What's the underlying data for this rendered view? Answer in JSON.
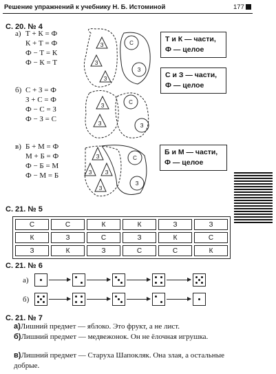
{
  "header": {
    "title": "Решение упражнений к учебнику Н. Б. Истоминой",
    "page": "177"
  },
  "ex4": {
    "heading": "С. 20. № 4",
    "groups": [
      {
        "marker": "а)",
        "lines": [
          "Т + К = Ф",
          "К + Т = Ф",
          "Ф − Т = К",
          "Ф − К = Т"
        ],
        "note": [
          "Т и К — части,",
          "Ф — целое"
        ]
      },
      {
        "marker": "б)",
        "lines": [
          "С + З = Ф",
          "З + С = Ф",
          "Ф − С = З",
          "Ф − З = С"
        ],
        "note": [
          "С и З — части,",
          "Ф — целое"
        ]
      },
      {
        "marker": "в)",
        "lines": [
          "Б + М = Ф",
          "М + Б = Ф",
          "Ф − Б = М",
          "Ф − М = Б"
        ],
        "note": [
          "Б и М — части,",
          "Ф — целое"
        ]
      }
    ],
    "shape_labels": {
      "triangle": "З",
      "circle_a": "С",
      "circle_b": "З"
    }
  },
  "ex5": {
    "heading": "С. 21. № 5",
    "rows": [
      [
        "С",
        "С",
        "К",
        "К",
        "З",
        "З"
      ],
      [
        "К",
        "З",
        "С",
        "З",
        "К",
        "С"
      ],
      [
        "З",
        "К",
        "З",
        "С",
        "С",
        "К"
      ]
    ]
  },
  "ex6": {
    "heading": "С. 21. № 6",
    "rows": [
      {
        "marker": "а)",
        "dice": [
          1,
          2,
          3,
          4,
          5
        ]
      },
      {
        "marker": "б)",
        "dice": [
          5,
          4,
          3,
          2,
          1
        ]
      }
    ]
  },
  "ex7": {
    "heading": "С. 21. № 7",
    "items": [
      {
        "marker": "а)",
        "text": "Лишний предмет — яблоко. Это фрукт, а не лист."
      },
      {
        "marker": "б)",
        "text": "Лишний предмет — медвежонок. Он не ёлочная игрушка."
      },
      {
        "marker": "в)",
        "text": "Лишний предмет — Старуха Шапокляк. Она злая, а остальные добрые."
      }
    ]
  }
}
